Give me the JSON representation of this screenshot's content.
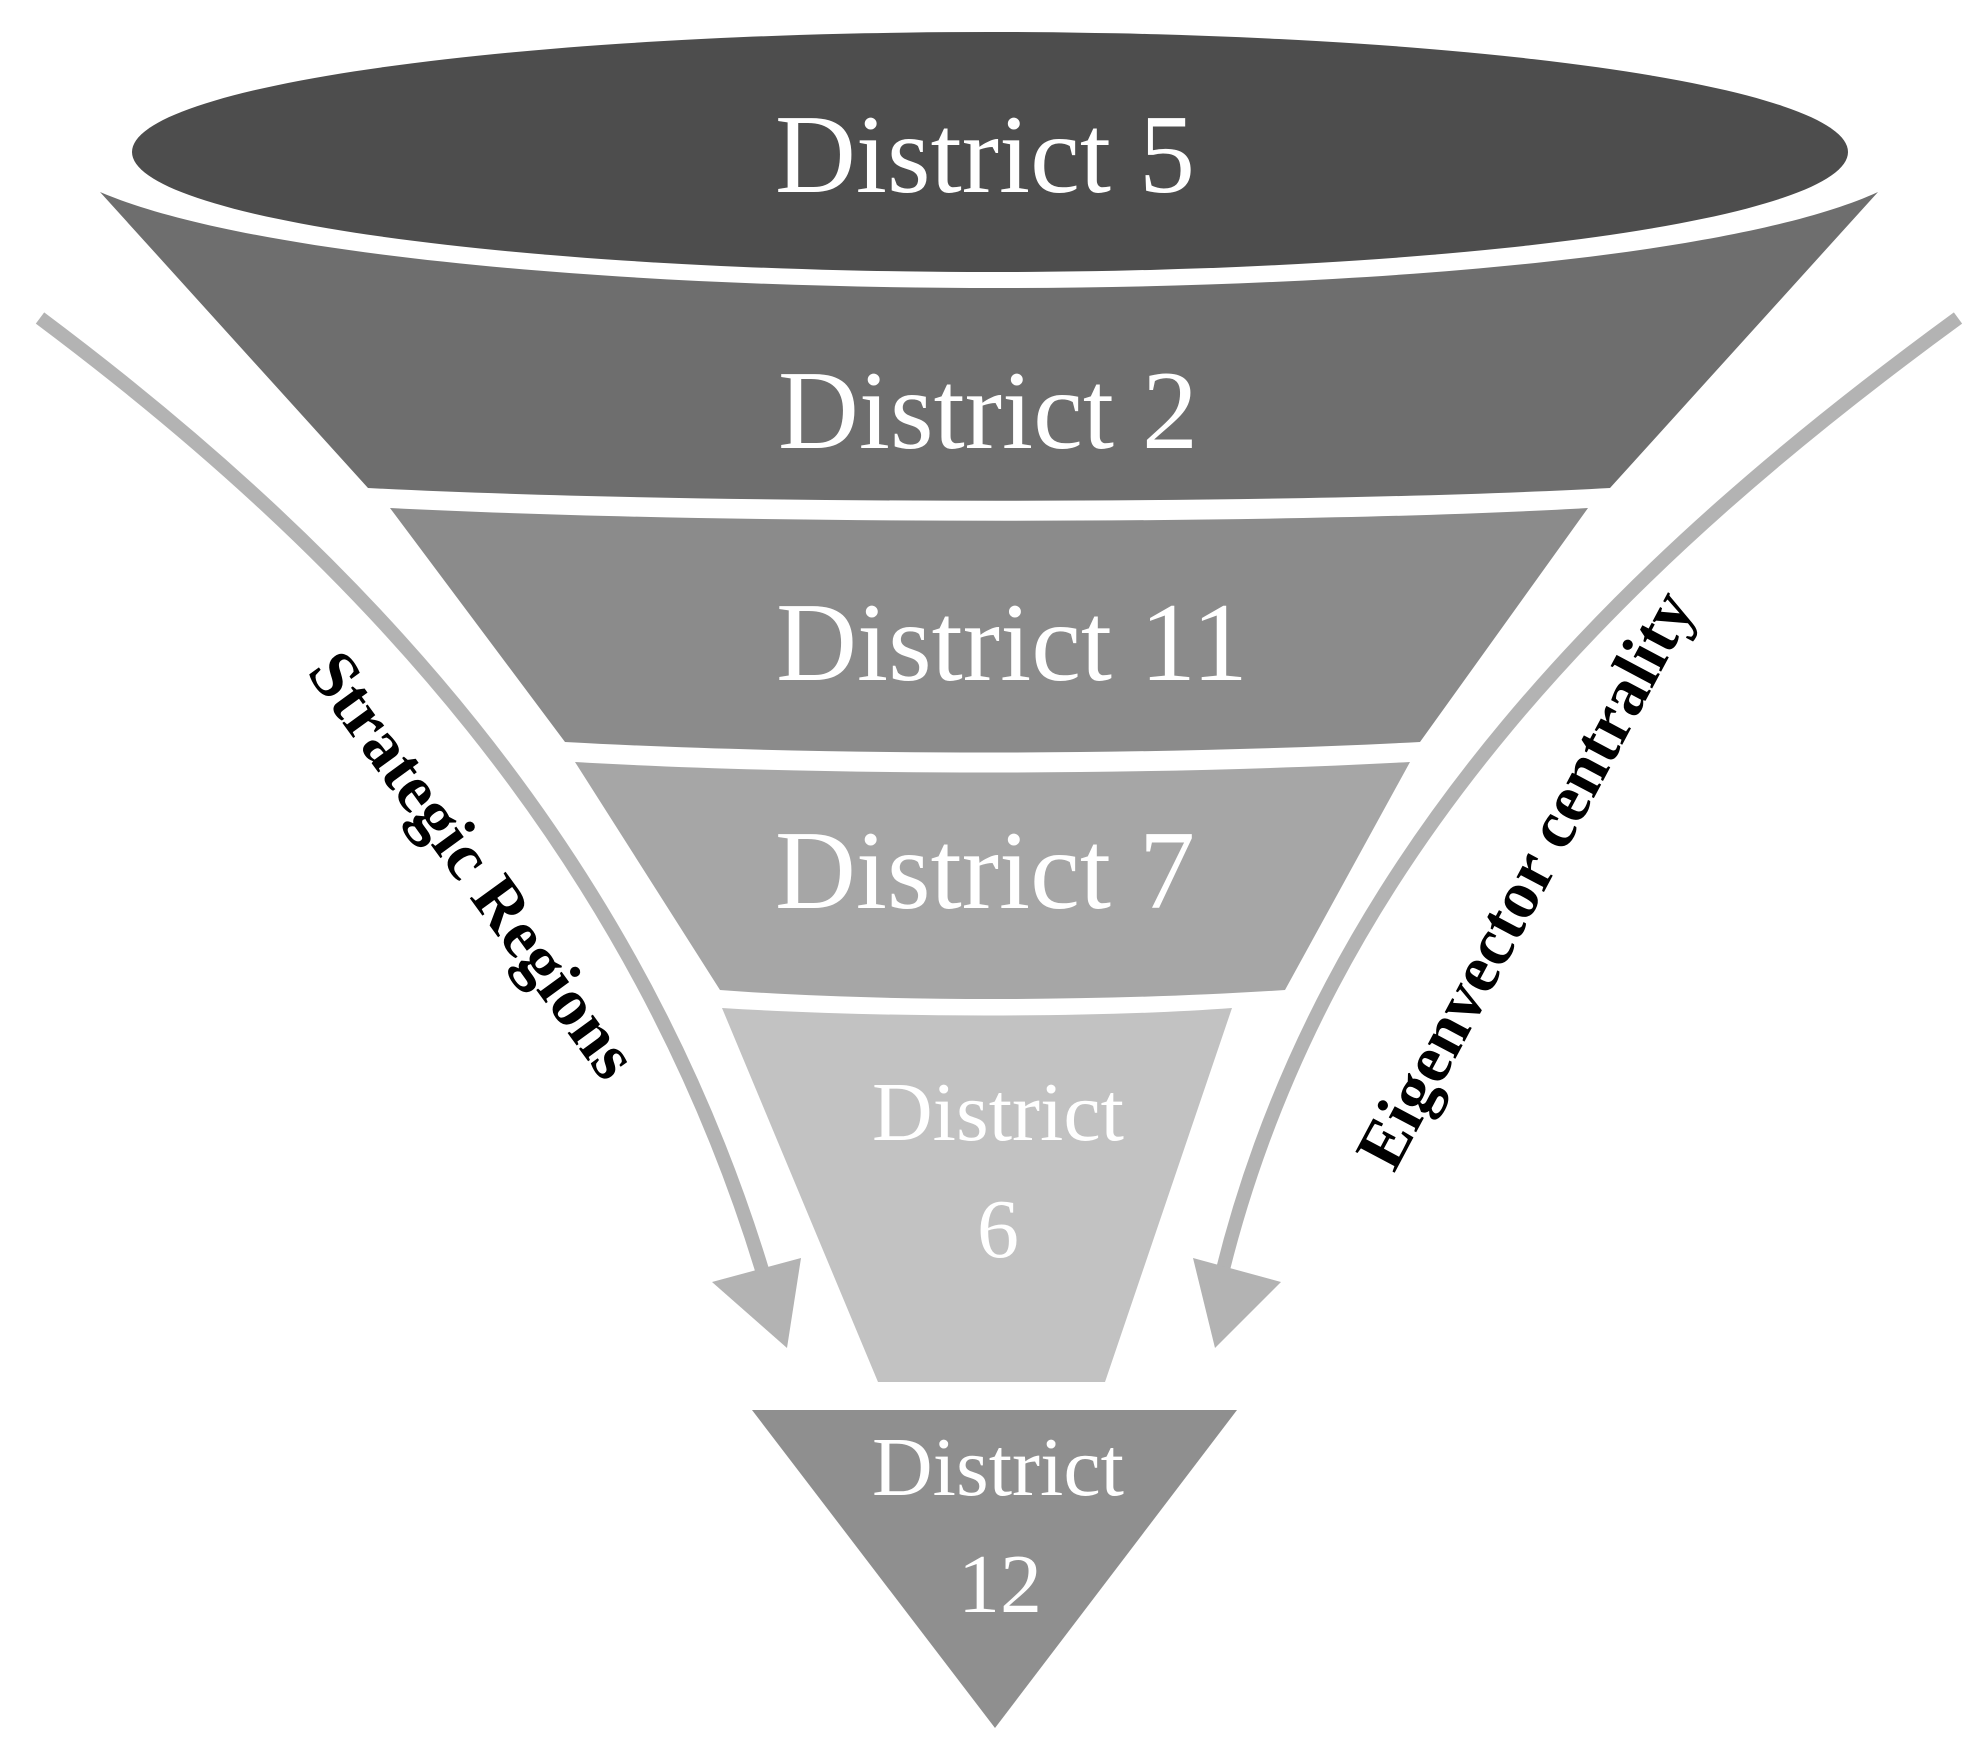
{
  "funnel": {
    "levels": [
      {
        "label": "District 5",
        "color": "#4d4d4d"
      },
      {
        "label": "District 2",
        "color": "#6e6e6e"
      },
      {
        "label": "District 11",
        "color": "#8b8b8b"
      },
      {
        "label": "District 7",
        "color": "#a6a6a6"
      },
      {
        "label": "District 6",
        "line1": "District",
        "line2": "6",
        "color": "#c2c2c2"
      },
      {
        "label": "District 12",
        "line1": "District",
        "line2": "12",
        "color": "#8f8f8f"
      }
    ],
    "rim_color": "#6e6e6e"
  },
  "arrows": {
    "left_label": "Strategic Regions",
    "right_label": "Eigenvector centrality",
    "color": "#b3b3b3"
  }
}
